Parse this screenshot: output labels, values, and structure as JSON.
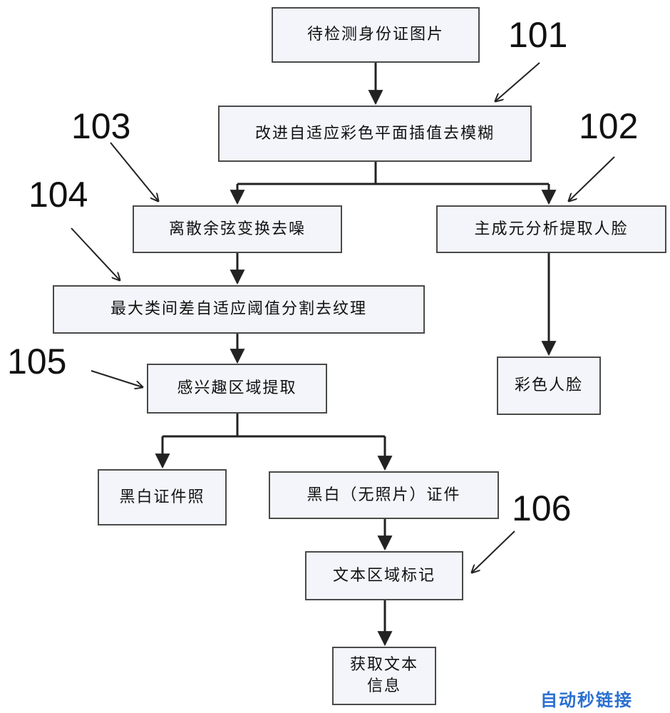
{
  "boxes": {
    "b1": "待检测身份证图片",
    "b2": "改进自适应彩色平面插值去模糊",
    "b3": "离散余弦变换去噪",
    "b4": "主成元分析提取人脸",
    "b5": "最大类间差自适应阈值分割去纹理",
    "b6": "彩色人脸",
    "b7": "感兴趣区域提取",
    "b8": "黑白证件照",
    "b9": "黑白（无照片）证件",
    "b10": "文本区域标记",
    "b11_line1": "获取文本",
    "b11_line2": "信息"
  },
  "labels": {
    "r101": "101",
    "r102": "102",
    "r103": "103",
    "r104": "104",
    "r105": "105",
    "r106": "106"
  },
  "watermark": "自动秒链接",
  "colors": {
    "box_fill": "#f3f5fa",
    "box_border": "#4a4a4a",
    "line": "#222222",
    "watermark": "#2a6fd0"
  }
}
